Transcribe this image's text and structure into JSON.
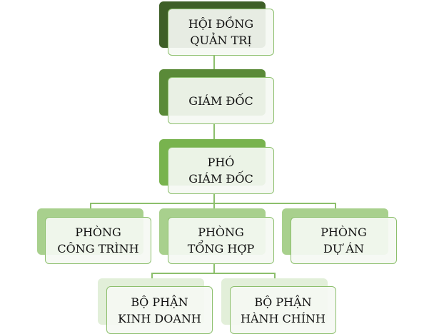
{
  "colors": {
    "level1": "#3e5f27",
    "level2": "#5a8a38",
    "level3": "#78b34e",
    "level4": "#a8d08d",
    "level5": "#e2efd9",
    "border": "#8cbf6c"
  },
  "nodes": {
    "board": {
      "line1": "HỘI ĐỒNG",
      "line2": "QUẢN TRỊ"
    },
    "director": {
      "line1": "GIÁM ĐỐC"
    },
    "deputy": {
      "line1": "PHÓ",
      "line2": "GIÁM ĐỐC"
    },
    "construction": {
      "line1": "PHÒNG",
      "line2": "CÔNG TRÌNH"
    },
    "general": {
      "line1": "PHÒNG",
      "line2": "TỔNG HỢP"
    },
    "projects": {
      "line1": "PHÒNG",
      "line2": "DỰ ÁN"
    },
    "business": {
      "line1": "BỘ PHẬN",
      "line2": "KINH DOANH"
    },
    "admin": {
      "line1": "BỘ PHẬN",
      "line2": "HÀNH CHÍNH"
    }
  }
}
